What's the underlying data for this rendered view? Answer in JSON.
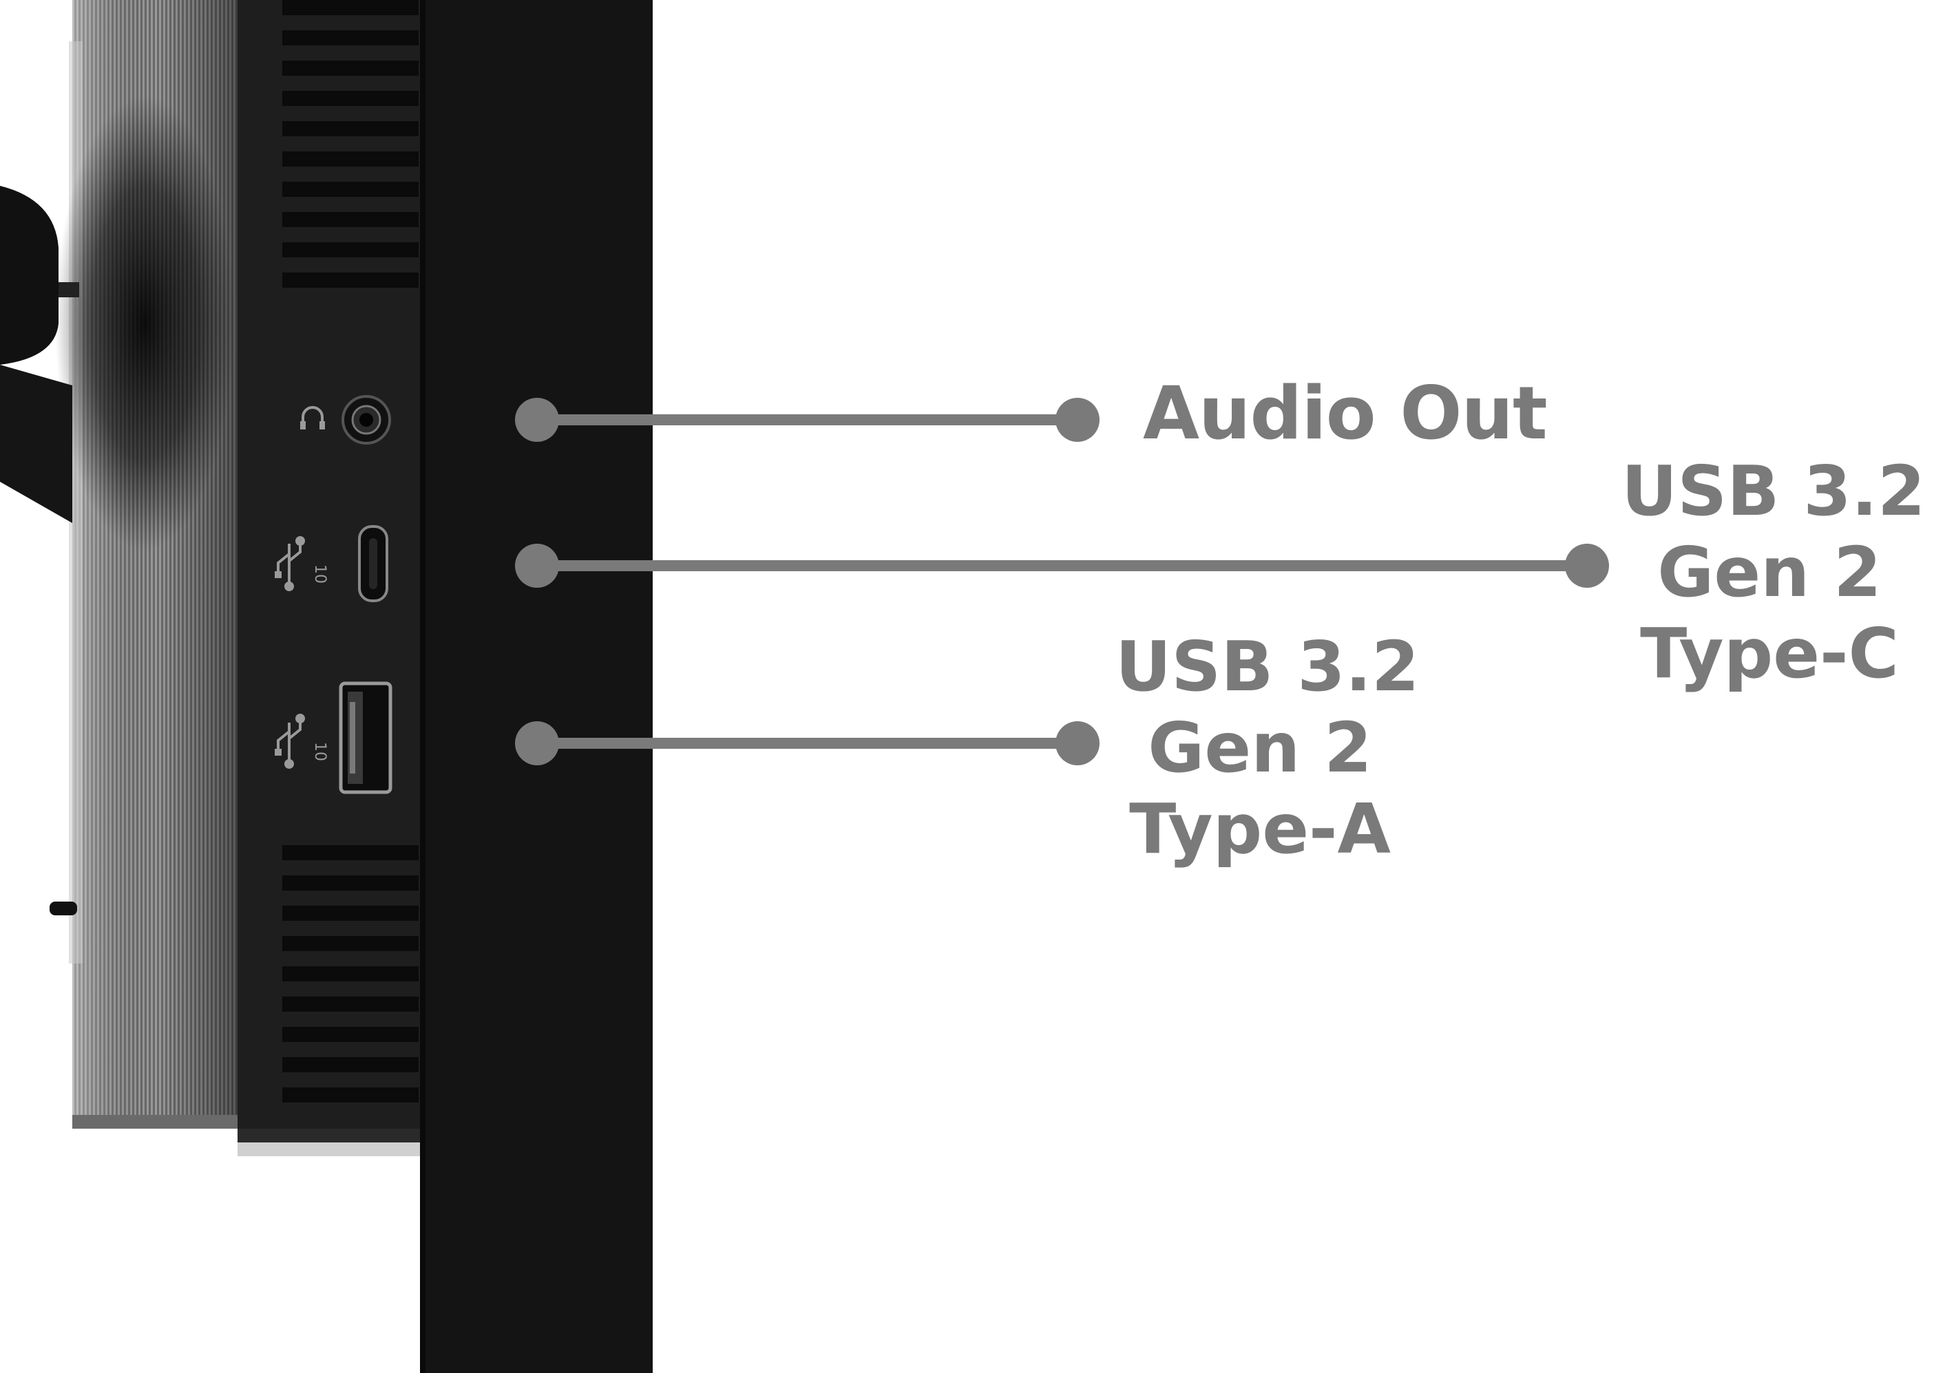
{
  "diagram": {
    "callouts": [
      {
        "id": "audio",
        "lines": [
          "Audio Out"
        ]
      },
      {
        "id": "usbc",
        "lines": [
          "USB 3.2",
          "Gen 2",
          "Type-C"
        ]
      },
      {
        "id": "usba",
        "lines": [
          "USB 3.2",
          "Gen 2",
          "Type-A"
        ]
      }
    ],
    "port_markings": {
      "usbc_speed": "10",
      "usba_speed": "10"
    },
    "colors": {
      "background": "#ffffff",
      "callout": "#7a7a7a",
      "bezel": "#1e1e1e",
      "stand": "#141414",
      "mesh": "#8a8a8a"
    }
  }
}
